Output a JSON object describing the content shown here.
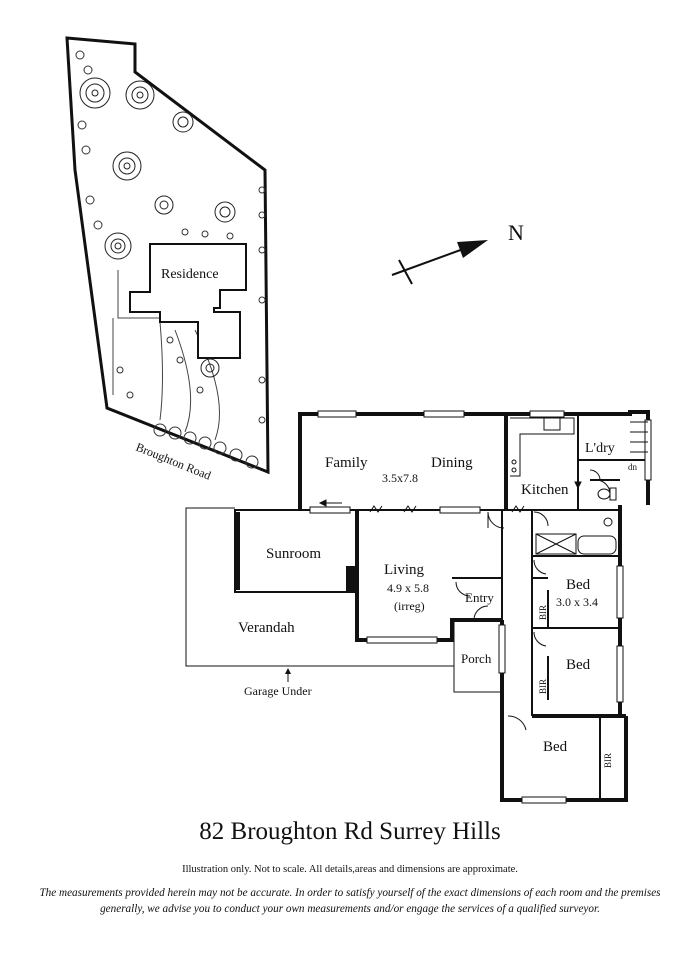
{
  "site": {
    "residence_label": "Residence",
    "street_label": "Broughton Road"
  },
  "north_label": "N",
  "rooms": {
    "family": "Family",
    "dining": "Dining",
    "family_dining_size": "3.5x7.8",
    "kitchen": "Kitchen",
    "laundry": "L'dry",
    "stairs_down": "dn",
    "sunroom": "Sunroom",
    "living": "Living",
    "living_size": "4.9 x 5.8",
    "living_note": "(irreg)",
    "entry": "Entry",
    "verandah": "Verandah",
    "porch": "Porch",
    "garage": "Garage Under",
    "bed1": "Bed",
    "bed1_size": "3.0 x 3.4",
    "bed2": "Bed",
    "bed3": "Bed",
    "bir": "BIR"
  },
  "footer": {
    "title": "82 Broughton Rd Surrey Hills",
    "note": "Illustration only. Not to scale. All details,areas and dimensions are approximate.",
    "disclaimer": "The measurements provided herein may not be accurate. In order to satisfy yourself of the exact dimensions of each room and the premises generally, we advise you to conduct your own measurements and/or engage the services of a qualified surveyor."
  }
}
